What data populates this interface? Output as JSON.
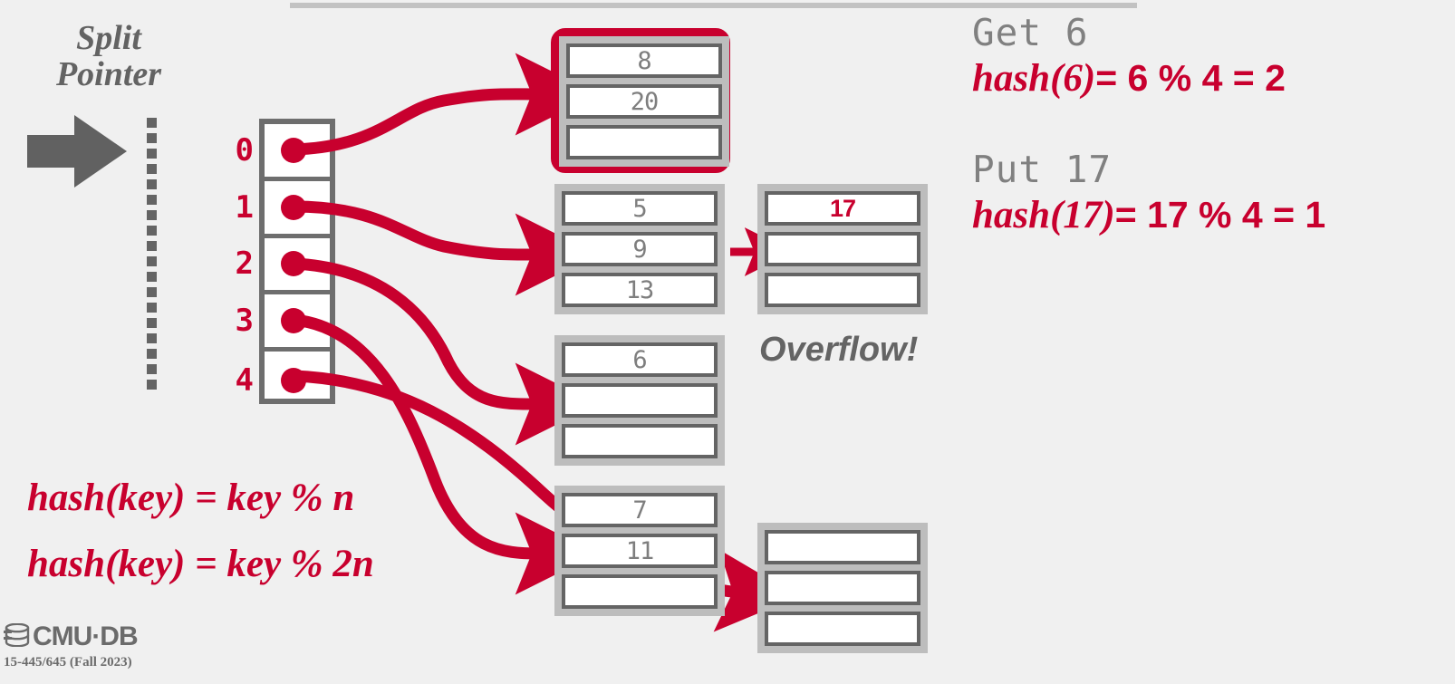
{
  "slide": {
    "title_rule": true,
    "accent_color": "#C8002E",
    "gray_color": "#646464",
    "background": "#F0F0F0"
  },
  "split_pointer": {
    "label": "Split\nPointer",
    "arrow_icon": "right-block-arrow-icon",
    "divider_icon": "dotted-vertical-line-icon"
  },
  "slot_array": {
    "indices": [
      "0",
      "1",
      "2",
      "3",
      "4"
    ]
  },
  "buckets": [
    {
      "name": "bucket-0",
      "highlighted": true,
      "cells": [
        "8",
        "20",
        ""
      ]
    },
    {
      "name": "bucket-1",
      "highlighted": false,
      "cells": [
        "5",
        "9",
        "13"
      ]
    },
    {
      "name": "bucket-2",
      "highlighted": false,
      "cells": [
        "6",
        "",
        ""
      ]
    },
    {
      "name": "bucket-3",
      "highlighted": false,
      "cells": [
        "7",
        "11",
        ""
      ]
    }
  ],
  "overflow_buckets": [
    {
      "name": "overflow-bucket-top",
      "cells": [
        "17",
        "",
        ""
      ],
      "accent_cell": 0
    },
    {
      "name": "overflow-bucket-bottom",
      "cells": [
        "",
        "",
        ""
      ],
      "accent_cell": -1
    }
  ],
  "overflow_label": "Overflow!",
  "formulas": [
    "hash(key) = key % n",
    "hash(key) = key % 2n"
  ],
  "operations": [
    {
      "command": "Get 6",
      "fn": "hash(6)",
      "calc": "=  6 % 4 = 2"
    },
    {
      "command": "Put 17",
      "fn": "hash(17)",
      "calc": "=  17 % 4 = 1"
    }
  ],
  "footer": {
    "logo_icon": "database-cylinder-icon",
    "logo_text": "CMU·DB",
    "course": "15-445/645 (Fall 2023)"
  }
}
